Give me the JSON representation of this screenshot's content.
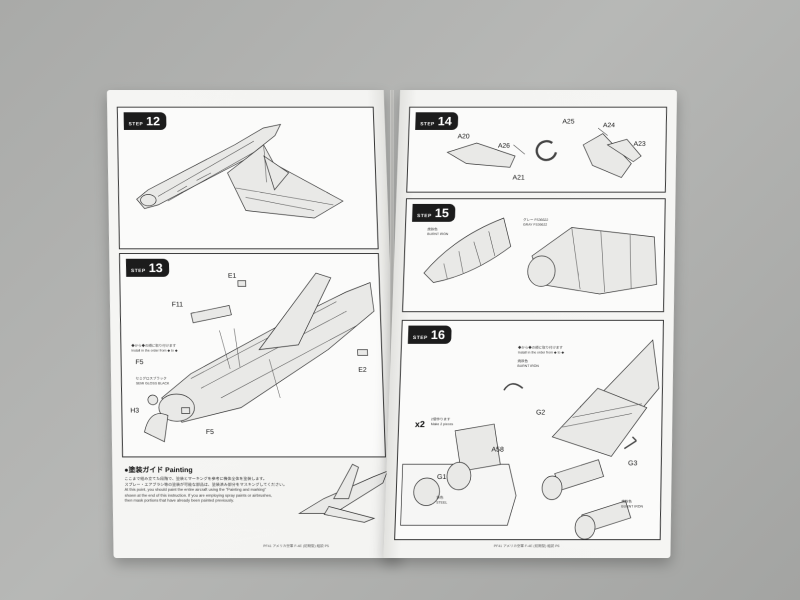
{
  "left_page": {
    "step12": {
      "word": "STEP",
      "number": "12"
    },
    "step13": {
      "word": "STEP",
      "number": "13",
      "parts": [
        "E1",
        "F11",
        "F5",
        "H3",
        "F5",
        "E2"
      ],
      "note_jp": "◆から◆の順に取り付けます",
      "note_en": "Install in the order from ◆ to ◆",
      "paint_note_jp": "セミグロスブラック",
      "paint_note_en": "SEMI GLOSS BLACK"
    },
    "painting": {
      "title": "●塗装ガイド Painting",
      "jp_line1": "ここまで組み立てた段階で、塗装とマーキングを参考に機体全体を塗装します。",
      "jp_line2": "スプレー・エアブラシ等の塗装が可能な部品は、塗装済み部分をマスキングしてください。",
      "en_line1": "At this point, you should paint the entire aircraft using the \"Painting and marking\"",
      "en_line2": "shown at the end of this instruction. If you are employing spray paints or airbrushes,",
      "en_line3": "then mask portions that have already been painted previously."
    },
    "footer": "PF41 アメリカ空軍 F-4E (初期型) 組説 P5"
  },
  "right_page": {
    "step14": {
      "word": "STEP",
      "number": "14",
      "parts": [
        "A25",
        "A24",
        "A20",
        "A26",
        "A23",
        "A21"
      ]
    },
    "step15": {
      "word": "STEP",
      "number": "15",
      "note_jp1": "焼鉄色",
      "note_en1": "BURNT IRON",
      "note_jp2": "グレー FS36622",
      "note_en2": "GRAY FS36622"
    },
    "step16": {
      "word": "STEP",
      "number": "16",
      "parts": [
        "G2",
        "A58",
        "G1",
        "G3"
      ],
      "note_jp": "◆から◆の順に取り付けます",
      "note_en": "Install in the order from ◆ to ◆",
      "multiplier": "x2",
      "make_jp": "2個作ります",
      "make_en": "Make 2 pieces",
      "steel_jp": "鉄色",
      "steel_en": "STEEL",
      "burnt_jp": "焼鉄色",
      "burnt_en": "BURNT IRON"
    },
    "footer": "PF41 アメリカ空軍 F-4E (初期型) 組説 P6"
  }
}
